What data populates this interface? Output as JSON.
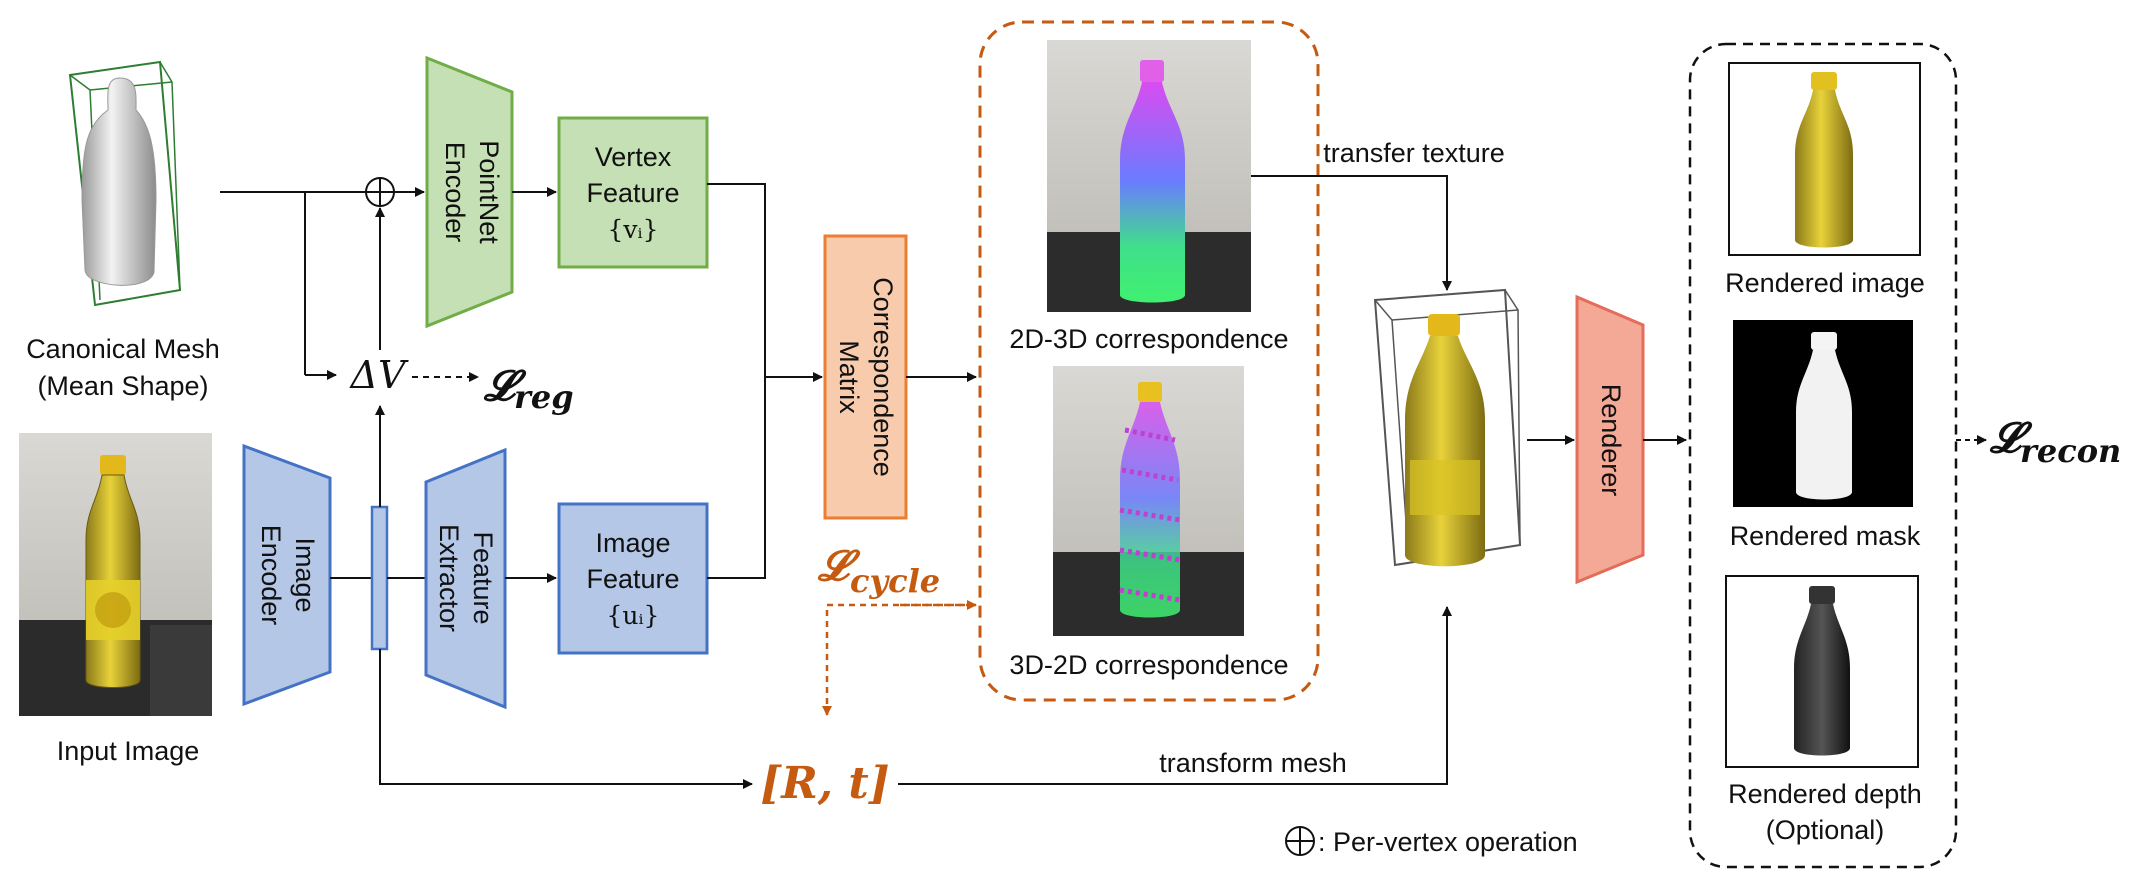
{
  "colors": {
    "green_fill": "#c5e0b4",
    "green_stroke": "#70ad47",
    "blue_fill": "#b4c7e7",
    "blue_stroke": "#4472c4",
    "orange_fill": "#f8cbad",
    "orange_stroke": "#ed7d31",
    "red_fill": "#f4a896",
    "red_stroke": "#e46c5a",
    "accent": "#c55a11"
  },
  "labels": {
    "canonical_mesh_1": "Canonical Mesh",
    "canonical_mesh_2": "(Mean Shape)",
    "input_image": "Input Image",
    "pointnet_encoder_1": "PointNet",
    "pointnet_encoder_2": "Encoder",
    "vertex_feature_1": "Vertex",
    "vertex_feature_2": "Feature",
    "vertex_feature_sym": "{vᵢ}",
    "image_encoder_1": "Image",
    "image_encoder_2": "Encoder",
    "feature_extractor_1": "Feature",
    "feature_extractor_2": "Extractor",
    "image_feature_1": "Image",
    "image_feature_2": "Feature",
    "image_feature_sym": "{uᵢ}",
    "correspondence_matrix_1": "Correspondence",
    "correspondence_matrix_2": "Matrix",
    "delta_v": "ΔV",
    "loss_reg": "𝓛",
    "loss_reg_sub": "reg",
    "loss_cycle": "𝓛",
    "loss_cycle_sub": "cycle",
    "loss_recon": "𝓛",
    "loss_recon_sub": "recon",
    "rt": "[R, t]",
    "corr_2d3d": "2D-3D correspondence",
    "corr_3d2d": "3D-2D correspondence",
    "transfer_texture": "transfer texture",
    "transform_mesh": "transform mesh",
    "renderer": "Renderer",
    "rendered_image": "Rendered image",
    "rendered_mask": "Rendered mask",
    "rendered_depth_1": "Rendered depth",
    "rendered_depth_2": "(Optional)",
    "legend_op": ": Per-vertex operation"
  }
}
